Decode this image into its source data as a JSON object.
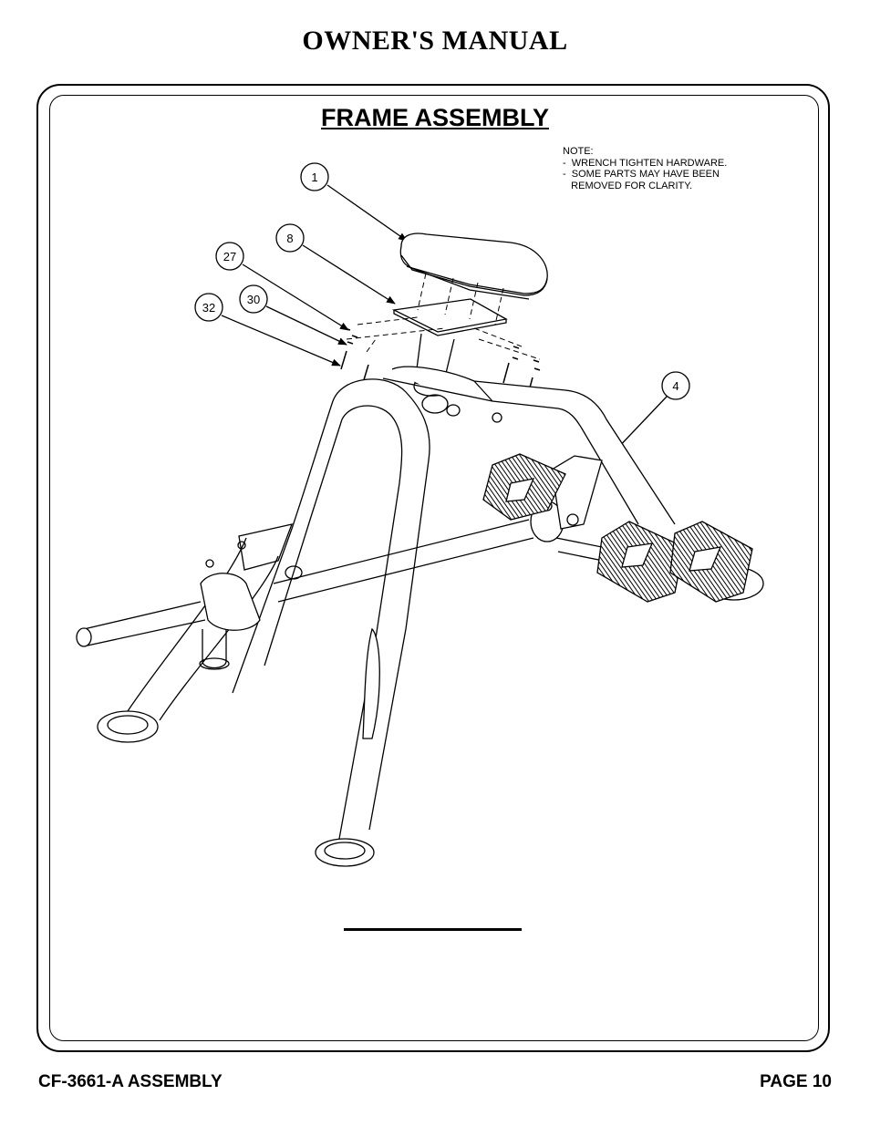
{
  "header": {
    "title": "OWNER'S MANUAL"
  },
  "section": {
    "title": "FRAME ASSEMBLY"
  },
  "note": {
    "heading": "NOTE:",
    "lines": [
      "-  WRENCH TIGHTEN HARDWARE.",
      "-  SOME PARTS MAY HAVE BEEN",
      "   REMOVED FOR CLARITY."
    ]
  },
  "callouts": [
    "1",
    "8",
    "27",
    "30",
    "32",
    "4"
  ],
  "footer": {
    "left": "CF-3661-A ASSEMBLY",
    "right": "PAGE 10"
  }
}
